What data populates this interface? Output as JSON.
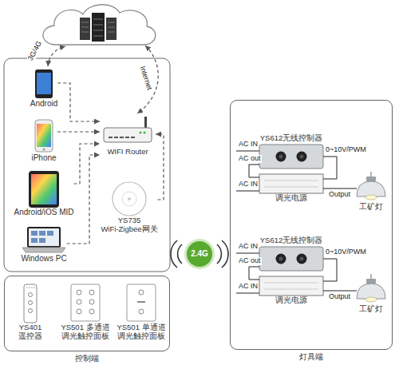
{
  "diagram": {
    "nodes": [
      {
        "text": [
          "Android"
        ]
      },
      {
        "text": [
          "iPhone"
        ]
      },
      {
        "text": [
          "Android/iOS MID"
        ]
      },
      {
        "text": [
          "Windows PC"
        ]
      },
      {
        "text": [
          "WIFI Router"
        ]
      },
      {
        "text": [
          "YS735",
          "WiFi-Zigbee网关"
        ]
      },
      {
        "text": [
          "控制端"
        ]
      },
      {
        "text": [
          "YS401 遥控器"
        ],
        "in": 6
      },
      {
        "text": [
          "YS501 多通道 调光触控面板"
        ],
        "in": 6
      },
      {
        "text": [
          "YS501 单通道 调光触控面板"
        ],
        "in": 6
      },
      {
        "text": [
          "2.4G"
        ]
      },
      {
        "text": [
          "灯具端"
        ]
      },
      {
        "text": [
          "YS612无线控制器"
        ],
        "in": 11
      },
      {
        "text": [
          "调光电源"
        ],
        "in": 11
      },
      {
        "text": [
          "工矿灯"
        ],
        "in": 11
      },
      {
        "text": [
          "YS612无线控制器"
        ],
        "in": 11
      },
      {
        "text": [
          "调光电源"
        ],
        "in": 11
      },
      {
        "text": [
          "工矿灯"
        ],
        "in": 11
      }
    ],
    "edges": [
      {
        "from": 0,
        "to": 4,
        "arrow": "to"
      },
      {
        "from": 1,
        "to": 4,
        "arrow": "to"
      },
      {
        "from": 2,
        "to": 4,
        "arrow": "to"
      },
      {
        "from": 3,
        "to": 4,
        "arrow": "to"
      },
      {
        "from": 5,
        "to": 4,
        "arrow": "to"
      },
      {
        "from": 12,
        "to": 13,
        "label": "AC out",
        "arrow": "none"
      },
      {
        "from": 12,
        "to": 13,
        "label": "0~10V/PWM",
        "arrow": "none"
      },
      {
        "from": 13,
        "to": 14,
        "label": "Output",
        "arrow": "none"
      },
      {
        "from": 15,
        "to": 16,
        "label": "AC out",
        "arrow": "none"
      },
      {
        "from": 15,
        "to": 16,
        "label": "0~10V/PWM",
        "arrow": "none"
      },
      {
        "from": 16,
        "to": 17,
        "label": "Output",
        "arrow": "none"
      }
    ],
    "labels": [
      "3G/4G",
      "Internet",
      "AC IN",
      "AC IN",
      "AC IN",
      "AC IN"
    ]
  }
}
